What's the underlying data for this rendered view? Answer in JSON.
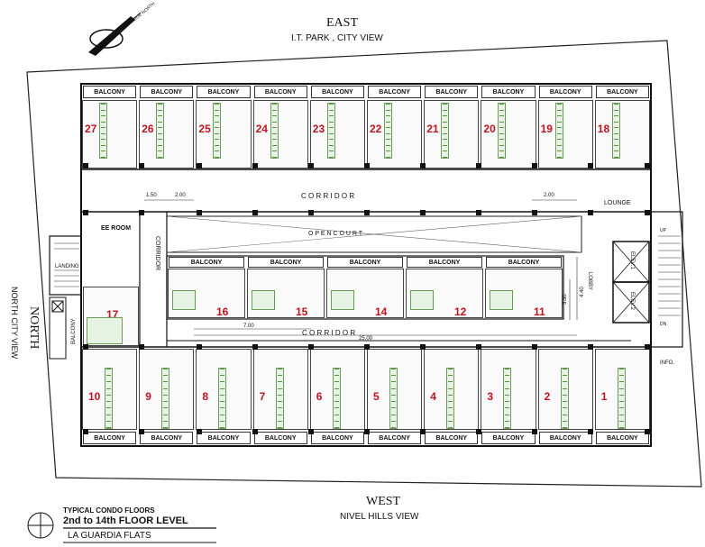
{
  "north_arrow": {
    "label": "TRUE NORTH"
  },
  "east": {
    "title": "EAST",
    "subtitle": "I.T. PARK , CITY VIEW"
  },
  "west": {
    "title": "WEST",
    "subtitle": "NIVEL HILLS VIEW"
  },
  "north": {
    "title": "NORTH",
    "subtitle": "NORTH CITY VIEW"
  },
  "legend": {
    "line1": "TYPICAL  CONDO FLOORS",
    "line2": "2nd to 14th FLOOR LEVEL",
    "line3": "LA GUARDIA FLATS"
  },
  "labels": {
    "balcony": "BALCONY",
    "corridor_top": "C  O  R  R  I  D  O  R",
    "corridor_mid": "C  O  R  R  I  D  O  R",
    "corridor_left": "CORRIDOR",
    "open_court": "O  P  E  N     C  O  U  R  T",
    "lounge": "LOUNGE",
    "ee_room": "EE ROOM",
    "landing": "LANDING",
    "lobby": "LOBBY",
    "info": "INFO.",
    "elev1": "ELEV.1",
    "elev2": "ELEV.2",
    "up": "UP",
    "dn": "DN",
    "balcony_vertical": "BALCONY"
  },
  "dims": {
    "d150": "1.50",
    "d200a": "2.00",
    "d200b": "2.00",
    "d700": "7.00",
    "d2500": "25.00",
    "d330": "3.30",
    "d440": "4.40"
  },
  "units_top": [
    "27",
    "26",
    "25",
    "24",
    "23",
    "22",
    "21",
    "20",
    "19",
    "18"
  ],
  "units_mid": [
    "16",
    "15",
    "14",
    "12",
    "11"
  ],
  "unit_17": "17",
  "units_bottom": [
    "10",
    "9",
    "8",
    "7",
    "6",
    "5",
    "4",
    "3",
    "2",
    "1"
  ]
}
